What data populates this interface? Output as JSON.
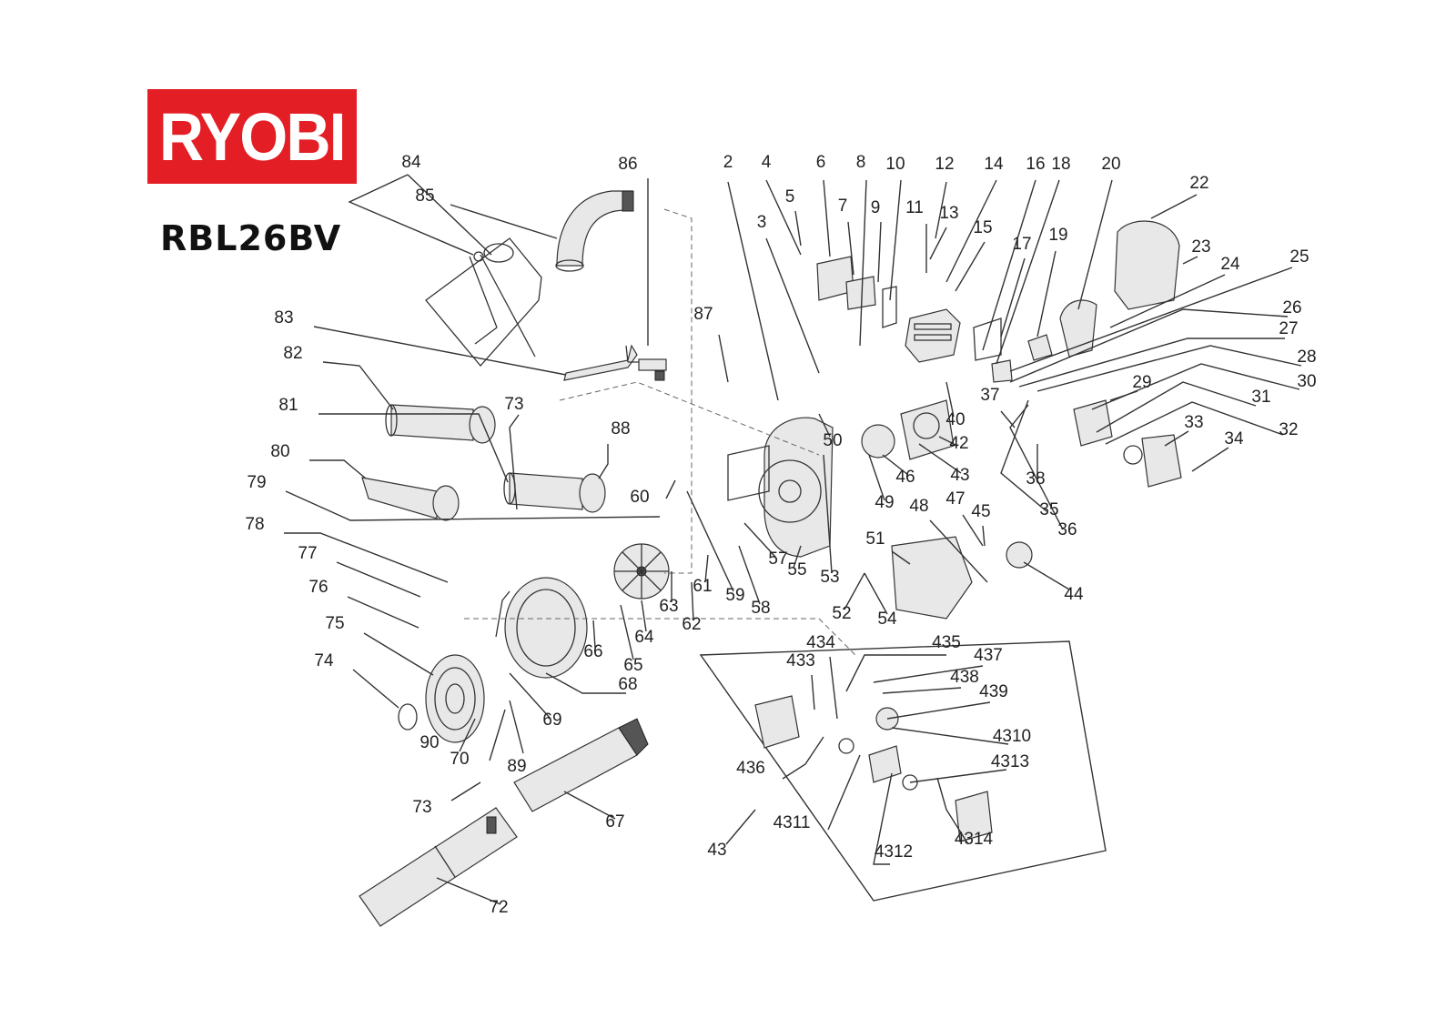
{
  "brand": {
    "logo_text": "RYOBI",
    "logo_color": "#e31e24"
  },
  "model": "RBL26BV",
  "labels": [
    {
      "id": "84",
      "text": "84"
    },
    {
      "id": "85",
      "text": "85"
    },
    {
      "id": "86",
      "text": "86"
    },
    {
      "id": "83",
      "text": "83"
    },
    {
      "id": "82",
      "text": "82"
    },
    {
      "id": "81",
      "text": "81"
    },
    {
      "id": "80",
      "text": "80"
    },
    {
      "id": "79",
      "text": "79"
    },
    {
      "id": "78",
      "text": "78"
    },
    {
      "id": "77",
      "text": "77"
    },
    {
      "id": "76",
      "text": "76"
    },
    {
      "id": "75",
      "text": "75"
    },
    {
      "id": "74",
      "text": "74"
    },
    {
      "id": "90",
      "text": "90"
    },
    {
      "id": "70",
      "text": "70"
    },
    {
      "id": "89",
      "text": "89"
    },
    {
      "id": "69",
      "text": "69"
    },
    {
      "id": "68",
      "text": "68"
    },
    {
      "id": "73a",
      "text": "73"
    },
    {
      "id": "73b",
      "text": "73"
    },
    {
      "id": "88",
      "text": "88"
    },
    {
      "id": "87",
      "text": "87"
    },
    {
      "id": "60",
      "text": "60"
    },
    {
      "id": "2",
      "text": "2"
    },
    {
      "id": "3",
      "text": "3"
    },
    {
      "id": "4",
      "text": "4"
    },
    {
      "id": "5",
      "text": "5"
    },
    {
      "id": "6",
      "text": "6"
    },
    {
      "id": "7",
      "text": "7"
    },
    {
      "id": "8",
      "text": "8"
    },
    {
      "id": "9",
      "text": "9"
    },
    {
      "id": "10",
      "text": "10"
    },
    {
      "id": "11",
      "text": "11"
    },
    {
      "id": "12",
      "text": "12"
    },
    {
      "id": "13",
      "text": "13"
    },
    {
      "id": "14",
      "text": "14"
    },
    {
      "id": "15",
      "text": "15"
    },
    {
      "id": "16",
      "text": "16"
    },
    {
      "id": "17",
      "text": "17"
    },
    {
      "id": "18",
      "text": "18"
    },
    {
      "id": "19",
      "text": "19"
    },
    {
      "id": "20",
      "text": "20"
    },
    {
      "id": "22",
      "text": "22"
    },
    {
      "id": "23",
      "text": "23"
    },
    {
      "id": "24",
      "text": "24"
    },
    {
      "id": "25",
      "text": "25"
    },
    {
      "id": "26",
      "text": "26"
    },
    {
      "id": "27",
      "text": "27"
    },
    {
      "id": "28",
      "text": "28"
    },
    {
      "id": "29",
      "text": "29"
    },
    {
      "id": "30",
      "text": "30"
    },
    {
      "id": "31",
      "text": "31"
    },
    {
      "id": "32",
      "text": "32"
    },
    {
      "id": "33",
      "text": "33"
    },
    {
      "id": "34",
      "text": "34"
    },
    {
      "id": "35",
      "text": "35"
    },
    {
      "id": "36",
      "text": "36"
    },
    {
      "id": "37",
      "text": "37"
    },
    {
      "id": "38",
      "text": "38"
    },
    {
      "id": "40",
      "text": "40"
    },
    {
      "id": "42",
      "text": "42"
    },
    {
      "id": "43a",
      "text": "43"
    },
    {
      "id": "43b",
      "text": "43"
    },
    {
      "id": "44",
      "text": "44"
    },
    {
      "id": "45",
      "text": "45"
    },
    {
      "id": "46",
      "text": "46"
    },
    {
      "id": "47",
      "text": "47"
    },
    {
      "id": "48",
      "text": "48"
    },
    {
      "id": "49",
      "text": "49"
    },
    {
      "id": "50",
      "text": "50"
    },
    {
      "id": "51",
      "text": "51"
    },
    {
      "id": "52",
      "text": "52"
    },
    {
      "id": "53",
      "text": "53"
    },
    {
      "id": "54",
      "text": "54"
    },
    {
      "id": "55",
      "text": "55"
    },
    {
      "id": "57",
      "text": "57"
    },
    {
      "id": "58",
      "text": "58"
    },
    {
      "id": "59",
      "text": "59"
    },
    {
      "id": "61",
      "text": "61"
    },
    {
      "id": "62",
      "text": "62"
    },
    {
      "id": "63",
      "text": "63"
    },
    {
      "id": "64",
      "text": "64"
    },
    {
      "id": "65",
      "text": "65"
    },
    {
      "id": "66",
      "text": "66"
    },
    {
      "id": "67",
      "text": "67"
    },
    {
      "id": "72",
      "text": "72"
    },
    {
      "id": "433",
      "text": "433"
    },
    {
      "id": "434",
      "text": "434"
    },
    {
      "id": "435",
      "text": "435"
    },
    {
      "id": "436",
      "text": "436"
    },
    {
      "id": "437",
      "text": "437"
    },
    {
      "id": "438",
      "text": "438"
    },
    {
      "id": "439",
      "text": "439"
    },
    {
      "id": "4310",
      "text": "4310"
    },
    {
      "id": "4311",
      "text": "4311"
    },
    {
      "id": "4312",
      "text": "4312"
    },
    {
      "id": "4313",
      "text": "4313"
    },
    {
      "id": "4314",
      "text": "4314"
    }
  ]
}
